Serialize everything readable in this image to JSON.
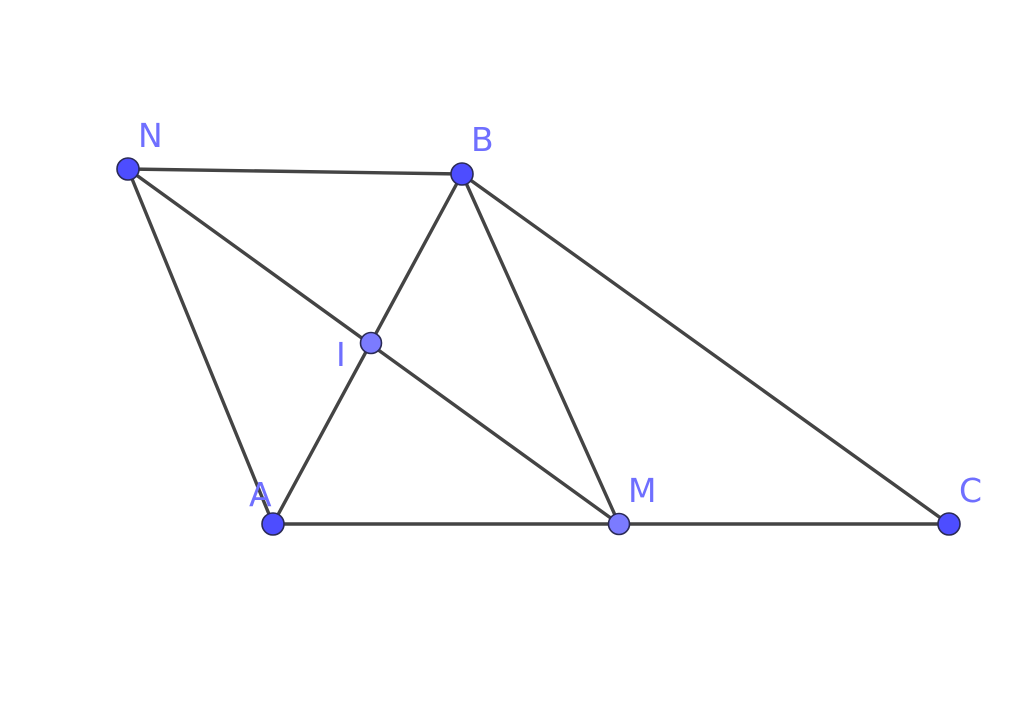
{
  "colors": {
    "segment": "#444444",
    "point_free": "#4d4dff",
    "point_derived": "#7b7bff",
    "label": "#6f6fff"
  },
  "points": [
    {
      "id": "N",
      "label": "N",
      "kind": "free"
    },
    {
      "id": "B",
      "label": "B",
      "kind": "free"
    },
    {
      "id": "I",
      "label": "I",
      "kind": "derived"
    },
    {
      "id": "A",
      "label": "A",
      "kind": "free"
    },
    {
      "id": "M",
      "label": "M",
      "kind": "derived"
    },
    {
      "id": "C",
      "label": "C",
      "kind": "free"
    }
  ],
  "segments": [
    [
      "N",
      "B"
    ],
    [
      "N",
      "A"
    ],
    [
      "N",
      "M"
    ],
    [
      "B",
      "A"
    ],
    [
      "B",
      "M"
    ],
    [
      "B",
      "C"
    ],
    [
      "A",
      "C"
    ]
  ]
}
